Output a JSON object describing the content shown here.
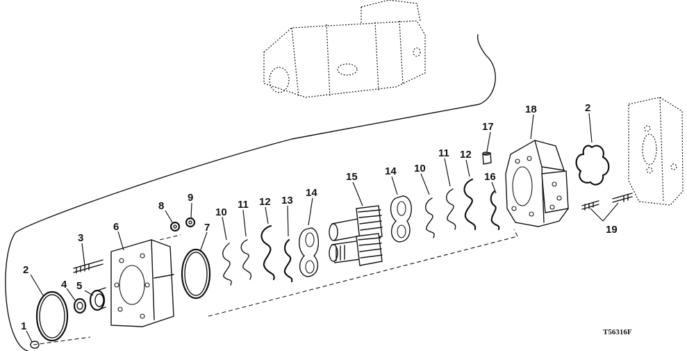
{
  "figure": {
    "id_label": "T56316F",
    "callouts": [
      {
        "n": "1",
        "part": "seal"
      },
      {
        "n": "2",
        "part": "o-ring"
      },
      {
        "n": "3",
        "part": "stud"
      },
      {
        "n": "4",
        "part": "ring"
      },
      {
        "n": "5",
        "part": "bushing"
      },
      {
        "n": "6",
        "part": "front-plate"
      },
      {
        "n": "7",
        "part": "o-ring"
      },
      {
        "n": "8",
        "part": "nut"
      },
      {
        "n": "9",
        "part": "nut"
      },
      {
        "n": "10",
        "part": "seal"
      },
      {
        "n": "11",
        "part": "seal"
      },
      {
        "n": "12",
        "part": "seal"
      },
      {
        "n": "13",
        "part": "seal"
      },
      {
        "n": "14",
        "part": "wear-plate"
      },
      {
        "n": "15",
        "part": "gear-set"
      },
      {
        "n": "14",
        "part": "wear-plate"
      },
      {
        "n": "10",
        "part": "seal"
      },
      {
        "n": "11",
        "part": "seal"
      },
      {
        "n": "12",
        "part": "seal"
      },
      {
        "n": "16",
        "part": "seal"
      },
      {
        "n": "17",
        "part": "dowel"
      },
      {
        "n": "18",
        "part": "housing"
      },
      {
        "n": "2",
        "part": "o-ring"
      },
      {
        "n": "19",
        "part": "stud"
      }
    ]
  }
}
